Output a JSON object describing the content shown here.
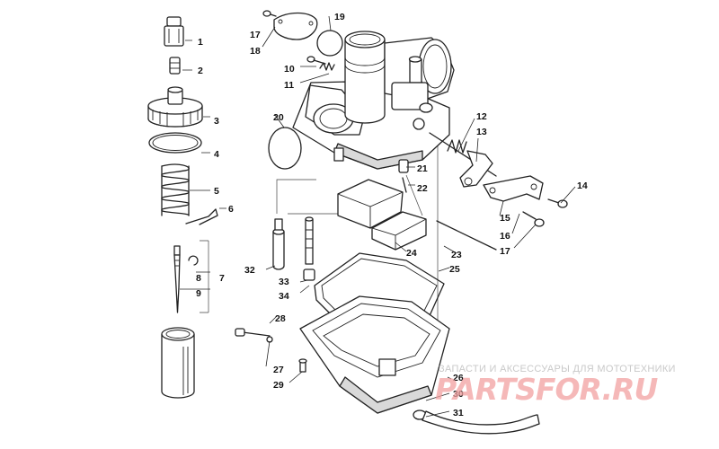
{
  "callouts": [
    "1",
    "2",
    "3",
    "4",
    "5",
    "6",
    "7",
    "8",
    "9",
    "10",
    "11",
    "12",
    "13",
    "14",
    "15",
    "16",
    "17",
    "17",
    "18",
    "19",
    "20",
    "21",
    "22",
    "23",
    "24",
    "25",
    "26",
    "27",
    "28",
    "29",
    "30",
    "31",
    "32",
    "33",
    "34"
  ],
  "watermark": {
    "caption": "ЗАПАСТИ И АКСЕССУАРЫ ДЛЯ МОТОТЕХНИКИ",
    "logo": "PARTSFOR.RU",
    "color": "#f2a1a1"
  }
}
